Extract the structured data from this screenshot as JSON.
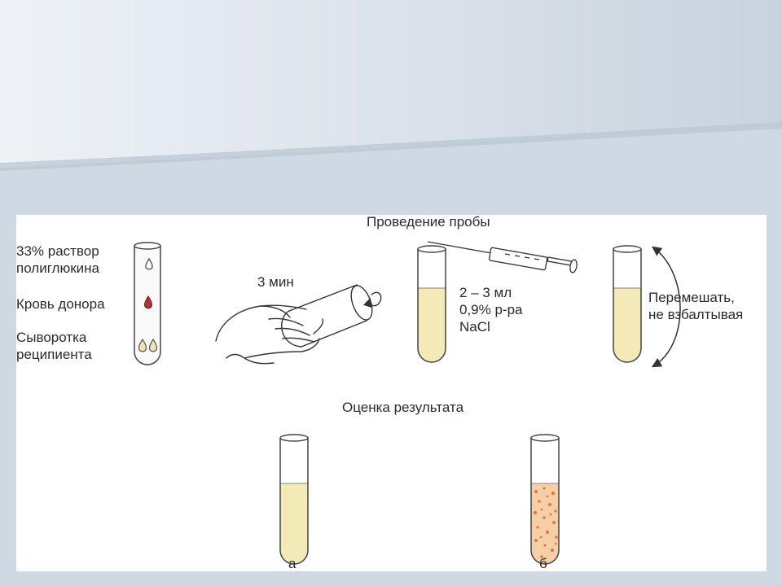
{
  "figure": {
    "labels": {
      "test_title": "Проведение пробы",
      "reagent_line1": "33% раствор",
      "reagent_line2": "полиглюкина",
      "donor_blood": "Кровь донора",
      "serum_line1": "Сыворотка",
      "serum_line2": "реципиента",
      "time": "3 мин",
      "saline_line1": "2 – 3 мл",
      "saline_line2": "0,9% р-ра",
      "saline_line3": "NaCl",
      "mix_line1": "Перемешать,",
      "mix_line2": "не взбалтывая",
      "result_title": "Оценка результата",
      "result_a": "а",
      "result_b": "б"
    },
    "colors": {
      "solution": "#f3eab8",
      "blood_drop": "#b0323c",
      "serum_drop": "#efe3b4",
      "agglutinate": "#e07a3a",
      "agglutinate_bg": "#f6cfa6",
      "slide_background": "#cfd9e3"
    }
  }
}
